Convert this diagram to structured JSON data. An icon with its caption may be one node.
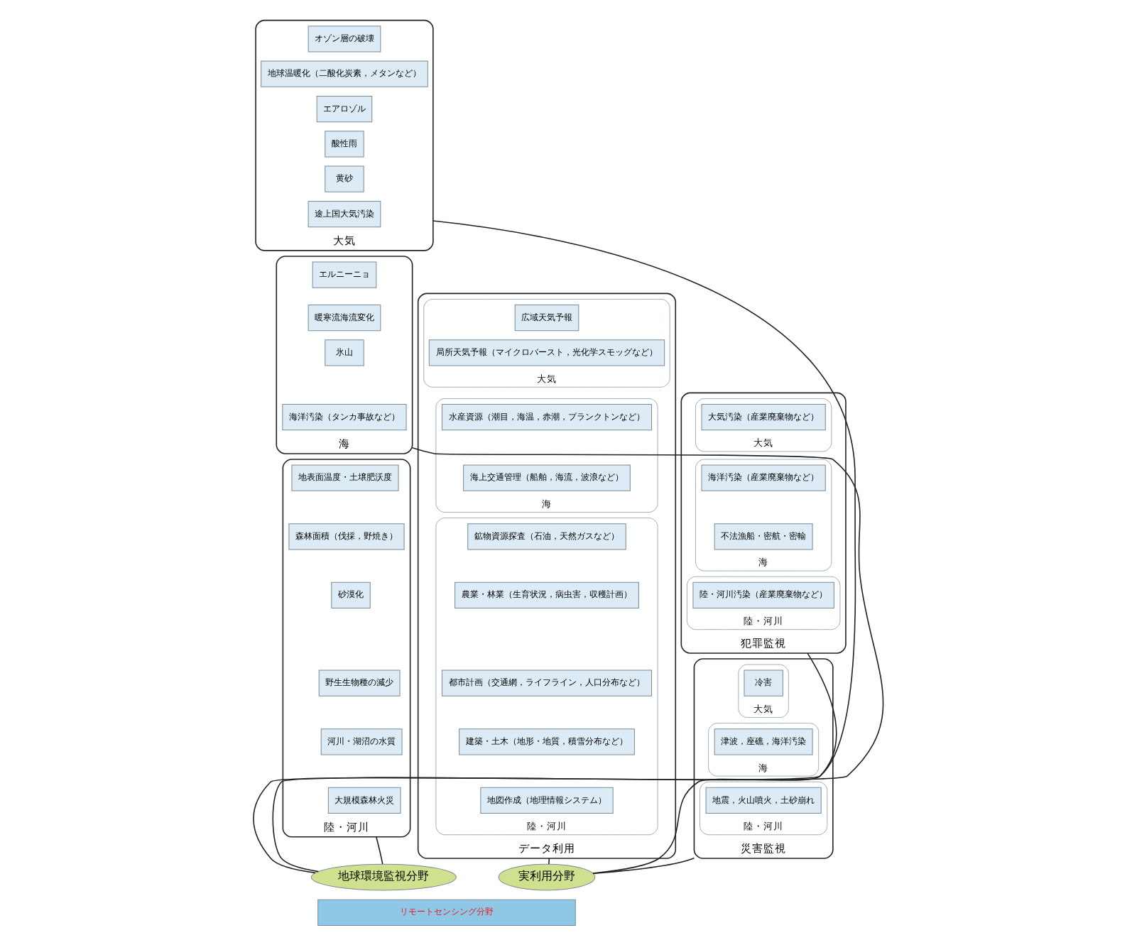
{
  "diagram": {
    "nodes": [
      {
        "text": [
          "リモートセンシング分野"
        ]
      },
      {
        "text": [
          "地球環境監視分野"
        ]
      },
      {
        "text": [
          "実利用分野"
        ]
      },
      {
        "text": [
          "大気"
        ]
      },
      {
        "text": [
          "オゾン層の破壊"
        ],
        "in": 3
      },
      {
        "text": [
          "地球温暖化（二酸化炭素，メタンなど）"
        ],
        "in": 3
      },
      {
        "text": [
          "エアロゾル"
        ],
        "in": 3
      },
      {
        "text": [
          "酸性雨"
        ],
        "in": 3
      },
      {
        "text": [
          "黄砂"
        ],
        "in": 3
      },
      {
        "text": [
          "途上国大気汚染"
        ],
        "in": 3
      },
      {
        "text": [
          "海"
        ]
      },
      {
        "text": [
          "エルニーニョ"
        ],
        "in": 10
      },
      {
        "text": [
          "暖寒流海流変化"
        ],
        "in": 10
      },
      {
        "text": [
          "氷山"
        ],
        "in": 10
      },
      {
        "text": [
          "海洋汚染（タンカ事故など）"
        ],
        "in": 10
      },
      {
        "text": [
          "陸・河川"
        ]
      },
      {
        "text": [
          "地表面温度・土壌肥沃度"
        ],
        "in": 15
      },
      {
        "text": [
          "森林面積（伐採，野焼き）"
        ],
        "in": 15
      },
      {
        "text": [
          "砂漠化"
        ],
        "in": 15
      },
      {
        "text": [
          "野生生物種の減少"
        ],
        "in": 15
      },
      {
        "text": [
          "河川・湖沼の水質"
        ],
        "in": 15
      },
      {
        "text": [
          "大規模森林火災"
        ],
        "in": 15
      },
      {
        "text": [
          "データ利用"
        ]
      },
      {
        "text": [
          "大気"
        ],
        "in": 22
      },
      {
        "text": [
          "広域天気予報"
        ],
        "in": 23
      },
      {
        "text": [
          "局所天気予報（マイクロバースト，光化学スモッグなど）"
        ],
        "in": 23
      },
      {
        "text": [
          "海"
        ],
        "in": 22
      },
      {
        "text": [
          "水産資源（潮目，海温，赤潮，プランクトンなど）"
        ],
        "in": 26
      },
      {
        "text": [
          "海上交通管理（船舶，海流，波浪など）"
        ],
        "in": 26
      },
      {
        "text": [
          "陸・河川"
        ],
        "in": 22
      },
      {
        "text": [
          "鉱物資源探査（石油，天然ガスなど）"
        ],
        "in": 29
      },
      {
        "text": [
          "農業・林業（生育状況，病虫害，収穫計画）"
        ],
        "in": 29
      },
      {
        "text": [
          "都市計画（交通網，ライフライン，人口分布など）"
        ],
        "in": 29
      },
      {
        "text": [
          "建築・土木（地形・地質，積雪分布など）"
        ],
        "in": 29
      },
      {
        "text": [
          "地図作成（地理情報システム）"
        ],
        "in": 29
      },
      {
        "text": [
          "犯罪監視"
        ]
      },
      {
        "text": [
          "大気"
        ],
        "in": 35
      },
      {
        "text": [
          "大気汚染（産業廃棄物など）"
        ],
        "in": 36
      },
      {
        "text": [
          "海"
        ],
        "in": 35
      },
      {
        "text": [
          "海洋汚染（産業廃棄物など）"
        ],
        "in": 38
      },
      {
        "text": [
          "不法漁船・密航・密輸"
        ],
        "in": 38
      },
      {
        "text": [
          "陸・河川"
        ],
        "in": 35
      },
      {
        "text": [
          "陸・河川汚染（産業廃棄物など）"
        ],
        "in": 41
      },
      {
        "text": [
          "災害監視"
        ]
      },
      {
        "text": [
          "大気"
        ],
        "in": 43
      },
      {
        "text": [
          "冷害"
        ],
        "in": 44
      },
      {
        "text": [
          "海"
        ],
        "in": 43
      },
      {
        "text": [
          "津波，座礁，海洋汚染"
        ],
        "in": 46
      },
      {
        "text": [
          "陸・河川"
        ],
        "in": 43
      },
      {
        "text": [
          "地震，火山噴火，土砂崩れ"
        ],
        "in": 48
      }
    ],
    "edges": [
      {
        "from": 1,
        "to": 3,
        "arrow": "none"
      },
      {
        "from": 1,
        "to": 10,
        "arrow": "none"
      },
      {
        "from": 1,
        "to": 15,
        "arrow": "none"
      },
      {
        "from": 2,
        "to": 22,
        "arrow": "none"
      },
      {
        "from": 2,
        "to": 35,
        "arrow": "none"
      },
      {
        "from": 2,
        "to": 43,
        "arrow": "none"
      }
    ]
  }
}
